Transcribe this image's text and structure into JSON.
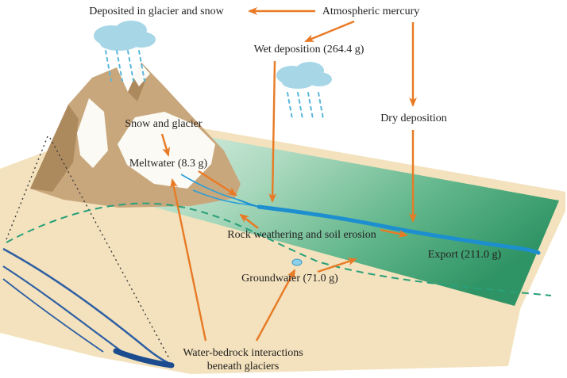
{
  "labels": {
    "deposited_in_glacier": "Deposited in glacier and snow",
    "atmospheric_mercury": "Atmospheric mercury",
    "wet_deposition": "Wet deposition (264.4 g)",
    "dry_deposition": "Dry deposition",
    "snow_and_glacier": "Snow and glacier",
    "meltwater": "Meltwater (8.3 g)",
    "rock_weathering": "Rock weathering and soil erosion",
    "export": "Export (211.0 g)",
    "groundwater": "Groundwater (71.0 g)",
    "water_bedrock_line1": "Water-bedrock interactions",
    "water_bedrock_line2": "beneath glaciers"
  },
  "fluxes": {
    "wet_deposition_g": 264.4,
    "meltwater_g": 8.3,
    "export_g": 211.0,
    "groundwater_g": 71.0
  },
  "colors": {
    "arrow_orange": "#e87a25",
    "river_blue": "#1d8fcf",
    "groundwater_dash_green": "#2aa07a",
    "subsurface_blue": "#2e5fa3",
    "cloud_blue": "#a7d7e7",
    "terrain_tan": "#f3e2bd",
    "mountain_brown": "#c9a77d",
    "plain_green_dark": "#2f9465",
    "text": "#231f20"
  }
}
